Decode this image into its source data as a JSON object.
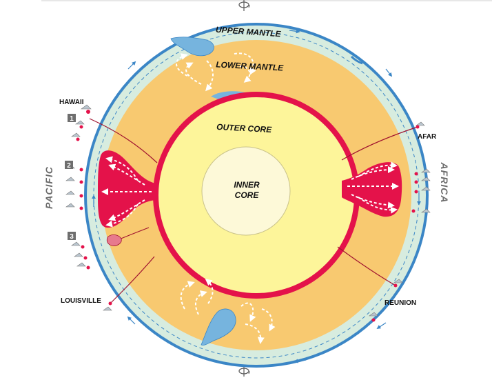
{
  "layers": {
    "upper_mantle": "UPPER MANTLE",
    "lower_mantle": "LOWER MANTLE",
    "outer_core": "OUTER CORE",
    "inner_core_line1": "INNER",
    "inner_core_line2": "CORE"
  },
  "places": {
    "hawaii": "HAWAII",
    "louisville": "LOUISVILLE",
    "afar": "AFAR",
    "reunion": "REUNION"
  },
  "oceans": {
    "left": "PACIFIC",
    "right": "AFRICA"
  },
  "markers": [
    "1",
    "2",
    "3"
  ],
  "colors": {
    "crust": "#3b86c6",
    "upper_mantle": "#d7ecdf",
    "lower_mantle": "#f8c970",
    "core_boundary": "#e4124a",
    "outer_core": "#fdf59a",
    "inner_core": "#fdf9d8",
    "plume": "#e4124a",
    "slab": "#76b4de",
    "marker_box": "#6e6e6e"
  },
  "icons": {
    "rotation_axis_top": "rotation-arrow-icon",
    "rotation_axis_bottom": "rotation-arrow-icon",
    "volcano": "volcano-icon"
  }
}
